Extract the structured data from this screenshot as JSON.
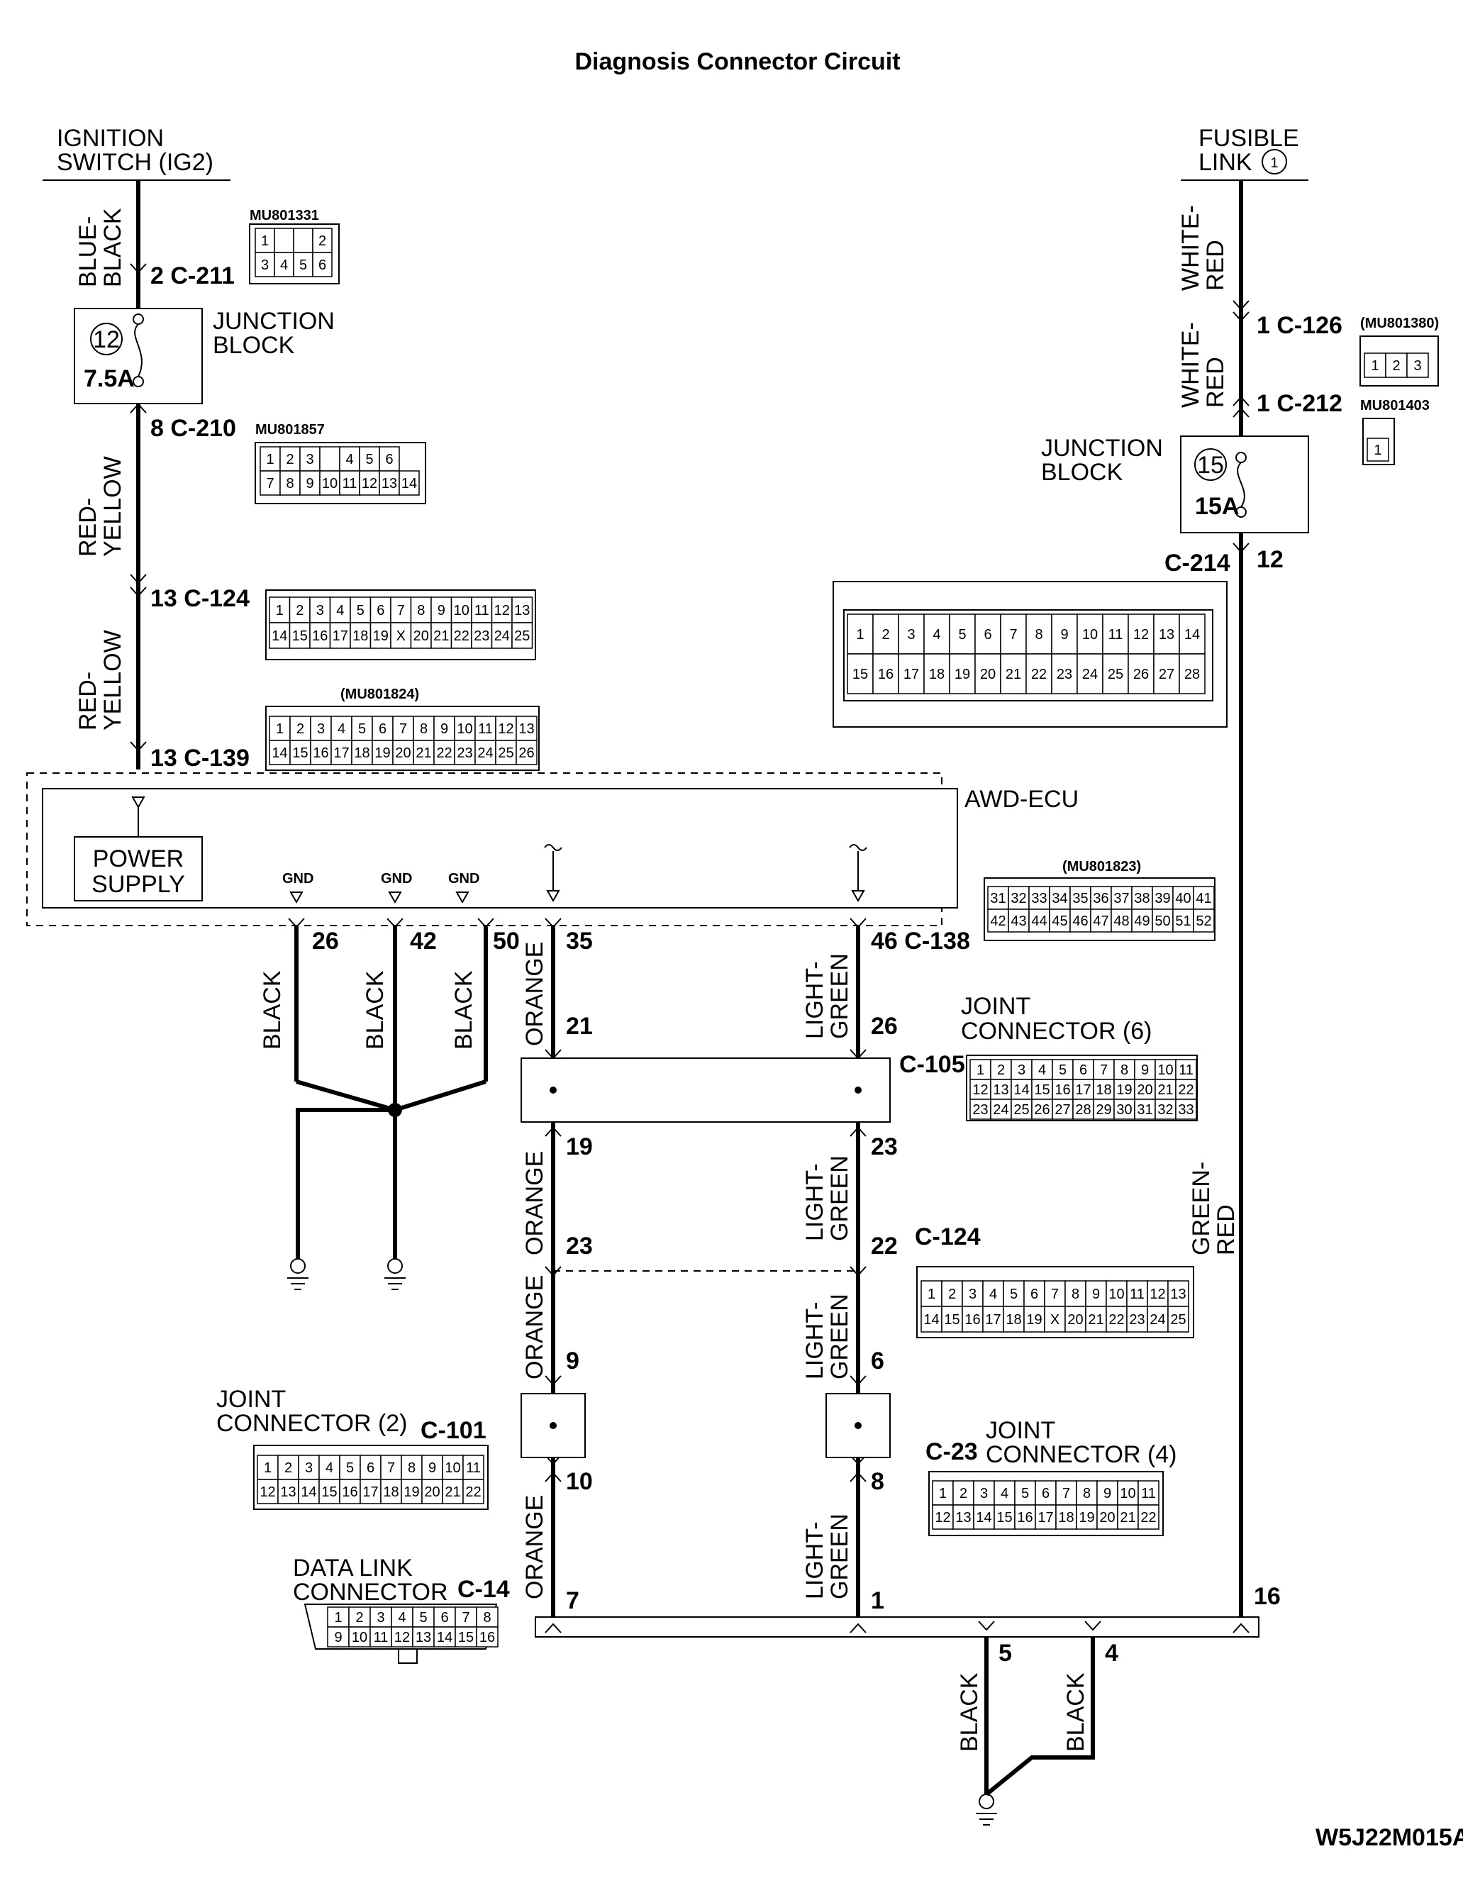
{
  "title": "Diagnosis Connector Circuit",
  "figure_id": "W5J22M015A",
  "sources": {
    "ignition": [
      "IGNITION",
      "SWITCH (IG2)"
    ],
    "fusible": [
      "FUSIBLE",
      "LINK"
    ],
    "fusible_num": "1"
  },
  "blocks": {
    "junction_block": [
      "JUNCTION",
      "BLOCK"
    ],
    "fuse12_num": "12",
    "fuse12_rating": "7.5A",
    "fuse15_num": "15",
    "fuse15_rating": "15A",
    "ecu": "AWD-ECU",
    "power_supply": [
      "POWER",
      "SUPPLY"
    ],
    "gnd": "GND",
    "jc6": [
      "JOINT",
      "CONNECTOR (6)"
    ],
    "jc2": [
      "JOINT",
      "CONNECTOR (2)"
    ],
    "jc4": [
      "JOINT",
      "CONNECTOR (4)"
    ],
    "dlc": [
      "DATA LINK",
      "CONNECTOR"
    ]
  },
  "wires": {
    "blue_black": [
      "BLUE-",
      "BLACK"
    ],
    "red_yellow": [
      "RED-",
      "YELLOW"
    ],
    "white_red": [
      "WHITE-",
      "RED"
    ],
    "black": "BLACK",
    "orange": "ORANGE",
    "light_green": [
      "LIGHT-",
      "GREEN"
    ],
    "green_red": [
      "GREEN-",
      "RED"
    ]
  },
  "pins": {
    "c211": "2 C-211",
    "c210": "8 C-210",
    "c124a": "13 C-124",
    "c139": "13 C-139",
    "c126": "1 C-126",
    "c212": "1 C-212",
    "c214": "C-214",
    "p12": "12",
    "p26": "26",
    "p42": "42",
    "p50": "50",
    "p35": "35",
    "c138": "46 C-138",
    "p21": "21",
    "p26b": "26",
    "c105": "C-105",
    "p19": "19",
    "p23": "23",
    "p23b": "23",
    "p22": "22",
    "c124b": "C-124",
    "p9": "9",
    "p6": "6",
    "c101": "C-101",
    "p10": "10",
    "p8": "8",
    "c23": "C-23",
    "p7": "7",
    "p1": "1",
    "p16": "16",
    "c14": "C-14",
    "p5": "5",
    "p4": "4"
  },
  "connector_codes": {
    "mu801331": "MU801331",
    "mu801857": "MU801857",
    "mu801824": "(MU801824)",
    "mu801380": "(MU801380)",
    "mu801403": "MU801403",
    "mu801823": "(MU801823)"
  },
  "connector_cells": {
    "mu801331": [
      [
        "1",
        "",
        "",
        "2"
      ],
      [
        "3",
        "4",
        "5",
        "6"
      ]
    ],
    "mu801857": [
      [
        "1",
        "2",
        "3",
        "",
        "4",
        "5",
        "6"
      ],
      [
        "7",
        "8",
        "9",
        "10",
        "11",
        "12",
        "13",
        "14"
      ]
    ],
    "c124": [
      [
        "1",
        "2",
        "3",
        "4",
        "5",
        "6",
        "7",
        "8",
        "9",
        "10",
        "11",
        "12",
        "13"
      ],
      [
        "14",
        "15",
        "16",
        "17",
        "18",
        "19",
        "X",
        "20",
        "21",
        "22",
        "23",
        "24",
        "25"
      ]
    ],
    "c139": [
      [
        "1",
        "2",
        "3",
        "4",
        "5",
        "6",
        "7",
        "8",
        "9",
        "10",
        "11",
        "12",
        "13"
      ],
      [
        "14",
        "15",
        "16",
        "17",
        "18",
        "19",
        "20",
        "21",
        "22",
        "23",
        "24",
        "25",
        "26"
      ]
    ],
    "mu801380": [
      [
        "1",
        "2",
        "3"
      ]
    ],
    "mu801403": [
      [
        "1"
      ]
    ],
    "c214": [
      [
        "1",
        "2",
        "3",
        "4",
        "5",
        "6",
        "7",
        "8",
        "9",
        "10",
        "11",
        "12",
        "13",
        "14"
      ],
      [
        "15",
        "16",
        "17",
        "18",
        "19",
        "20",
        "21",
        "22",
        "23",
        "24",
        "25",
        "26",
        "27",
        "28"
      ]
    ],
    "c138": [
      [
        "31",
        "32",
        "33",
        "34",
        "35",
        "36",
        "37",
        "38",
        "39",
        "40",
        "41"
      ],
      [
        "42",
        "43",
        "44",
        "45",
        "46",
        "47",
        "48",
        "49",
        "50",
        "51",
        "52"
      ]
    ],
    "c105": [
      [
        "1",
        "2",
        "3",
        "4",
        "5",
        "6",
        "7",
        "8",
        "9",
        "10",
        "11"
      ],
      [
        "12",
        "13",
        "14",
        "15",
        "16",
        "17",
        "18",
        "19",
        "20",
        "21",
        "22"
      ],
      [
        "23",
        "24",
        "25",
        "26",
        "27",
        "28",
        "29",
        "30",
        "31",
        "32",
        "33"
      ]
    ],
    "c101": [
      [
        "1",
        "2",
        "3",
        "4",
        "5",
        "6",
        "7",
        "8",
        "9",
        "10",
        "11"
      ],
      [
        "12",
        "13",
        "14",
        "15",
        "16",
        "17",
        "18",
        "19",
        "20",
        "21",
        "22"
      ]
    ],
    "c23": [
      [
        "1",
        "2",
        "3",
        "4",
        "5",
        "6",
        "7",
        "8",
        "9",
        "10",
        "11"
      ],
      [
        "12",
        "13",
        "14",
        "15",
        "16",
        "17",
        "18",
        "19",
        "20",
        "21",
        "22"
      ]
    ],
    "c14": [
      [
        "1",
        "2",
        "3",
        "4",
        "5",
        "6",
        "7",
        "8"
      ],
      [
        "9",
        "10",
        "11",
        "12",
        "13",
        "14",
        "15",
        "16"
      ]
    ]
  }
}
